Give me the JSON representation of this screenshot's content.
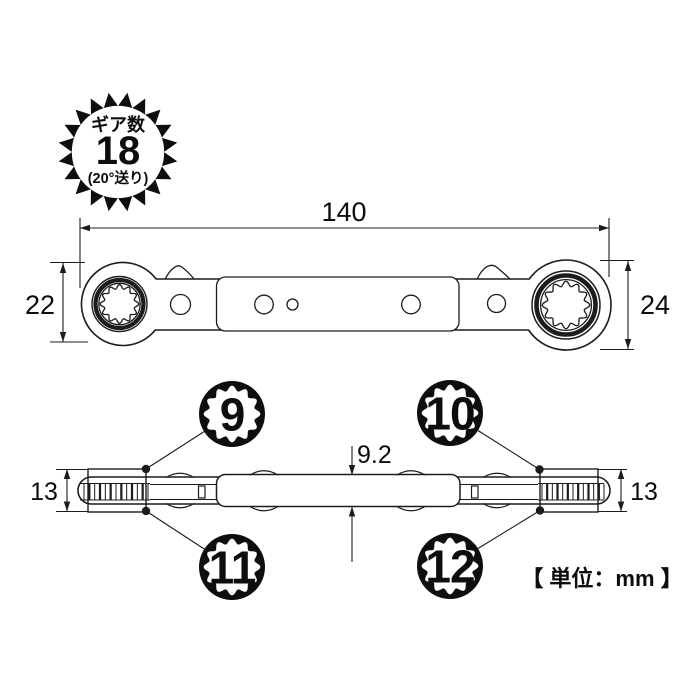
{
  "gear_badge": {
    "label": "ギア数",
    "value": "18",
    "note": "(20°送り)"
  },
  "dimensions": {
    "total_length": "140",
    "left_head_height": "22",
    "right_head_height": "24",
    "body_thickness": "9.2",
    "left_head_thickness": "13",
    "right_head_thickness": "13"
  },
  "sockets": {
    "top_left": "9",
    "top_right": "10",
    "bottom_left": "11",
    "bottom_right": "12"
  },
  "unit_note": "【 単位：mm 】",
  "colors": {
    "line": "#1c1c1c",
    "text": "#0d0d0d",
    "badge": "#0e0e0e",
    "background": "#ffffff"
  }
}
